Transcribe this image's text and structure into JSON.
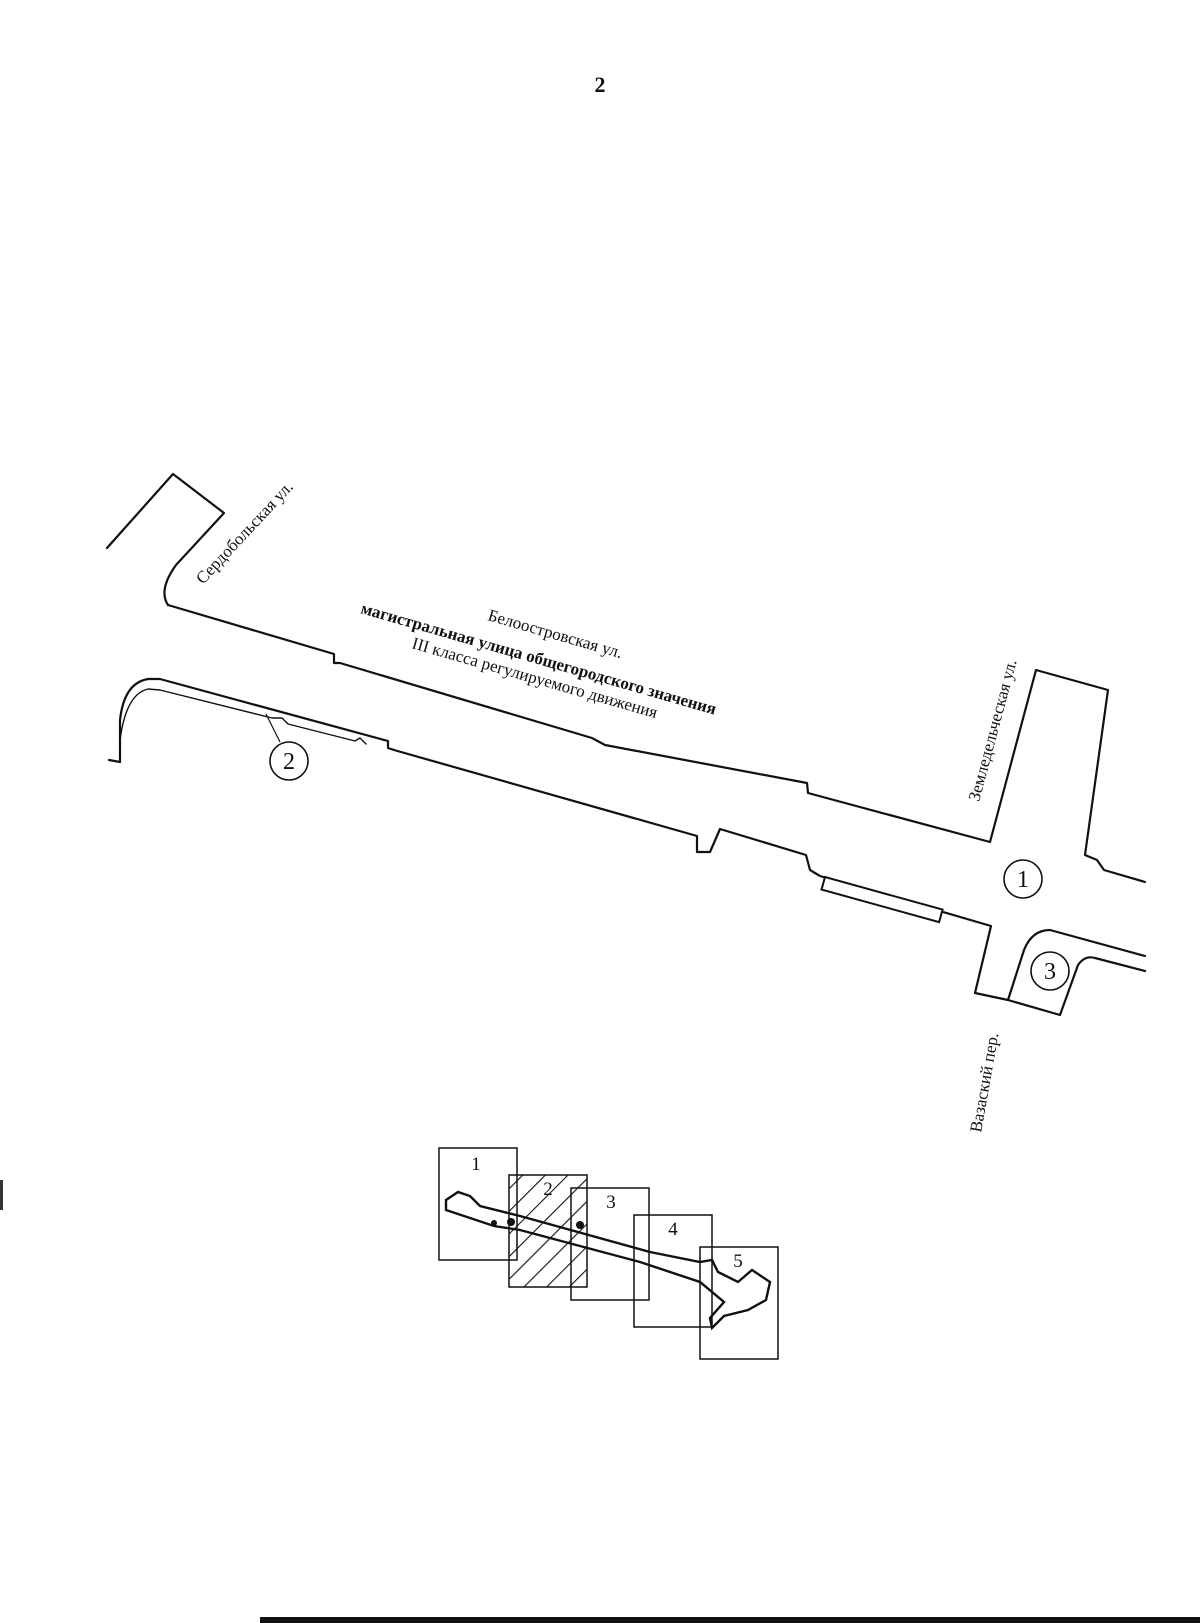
{
  "page": {
    "number": "2"
  },
  "map": {
    "streets": {
      "serdobolskaya": "Сердобольская ул.",
      "beloostrovskaya": "Белоостровская ул.",
      "main_desc_line1": "магистральная улица общегородского значения",
      "main_desc_line2": "III класса регулируемого движения",
      "zemledelcheskaya": "Земледельческая ул.",
      "vazasky": "Вазаский пер."
    },
    "markers": [
      "1",
      "2",
      "3"
    ]
  },
  "index_map": {
    "sheets": [
      "1",
      "2",
      "3",
      "4",
      "5"
    ],
    "highlighted_sheet": "2"
  }
}
